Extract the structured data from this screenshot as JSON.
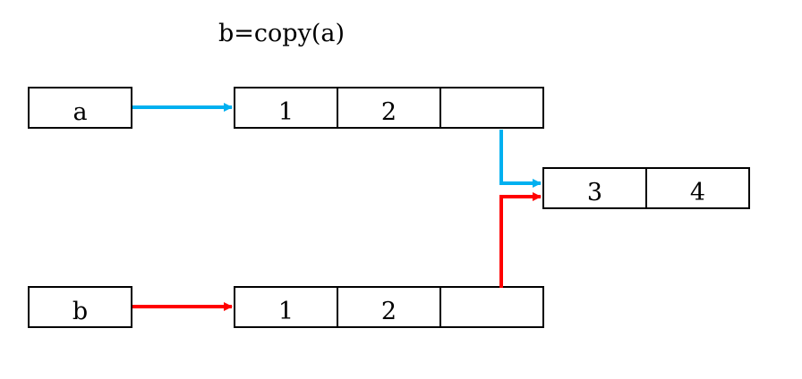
{
  "title": "b=copy(a)",
  "colors": {
    "blue_arrow": "#00b0f0",
    "red_arrow": "#ff0000",
    "box_stroke": "#000000"
  },
  "variables": {
    "a": {
      "label": "a"
    },
    "b": {
      "label": "b"
    }
  },
  "lists": {
    "list_a": {
      "cells": [
        "1",
        "2",
        ""
      ]
    },
    "list_b": {
      "cells": [
        "1",
        "2",
        ""
      ]
    },
    "inner": {
      "cells": [
        "3",
        "4"
      ]
    }
  }
}
